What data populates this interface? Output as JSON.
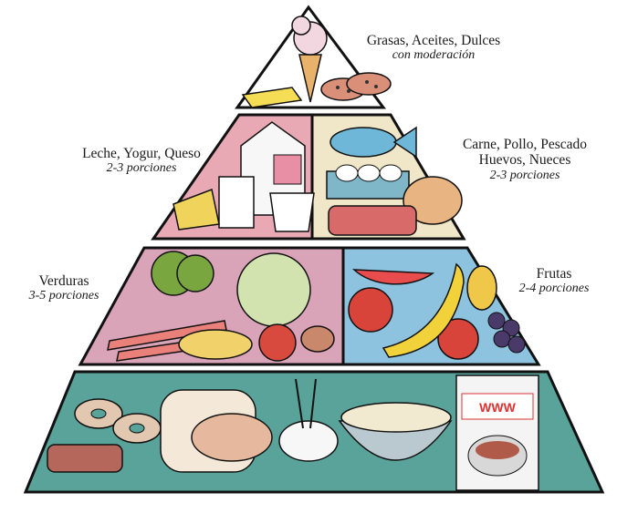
{
  "pyramid": {
    "tiers": [
      {
        "id": "top",
        "name": "Grasas, Aceites, Dulces",
        "note": "con moderación"
      },
      {
        "id": "dairy",
        "name": "Leche, Yogur, Queso",
        "note": "2-3 porciones"
      },
      {
        "id": "protein",
        "name": "Carne, Pollo, Pescado Huevos, Nueces",
        "line1": "Carne, Pollo, Pescado",
        "line2": "Huevos, Nueces",
        "note": "2-3 porciones"
      },
      {
        "id": "vegetables",
        "name": "Verduras",
        "note": "3-5 porciones"
      },
      {
        "id": "fruits",
        "name": "Frutas",
        "note": "2-4 porciones"
      }
    ],
    "box_text": "WWW",
    "colors": {
      "outline": "#111111",
      "dairy_bg": "#e8a9b5",
      "protein_bg": "#f0e6c8",
      "veg_bg": "#d9a3b8",
      "fruit_bg": "#8ec3e0",
      "base_bg": "#5aa39a",
      "top_bg": "#ffffff"
    },
    "icons": [
      "ice-cream-icon",
      "butter-icon",
      "cookies-icon",
      "milk-carton-icon",
      "milk-glass-icon",
      "yogurt-cup-icon",
      "cheese-icon",
      "fish-icon",
      "eggs-icon",
      "chicken-icon",
      "steak-icon",
      "broccoli-icon",
      "cabbage-icon",
      "carrots-icon",
      "squash-icon",
      "tomato-icon",
      "potatoes-icon",
      "watermelon-icon",
      "apple-icon",
      "banana-icon",
      "pear-icon",
      "grapes-icon",
      "bagels-icon",
      "bread-icon",
      "sandwich-bread-icon",
      "rice-bowl-icon",
      "pasta-colander-icon",
      "cereal-box-icon"
    ]
  }
}
